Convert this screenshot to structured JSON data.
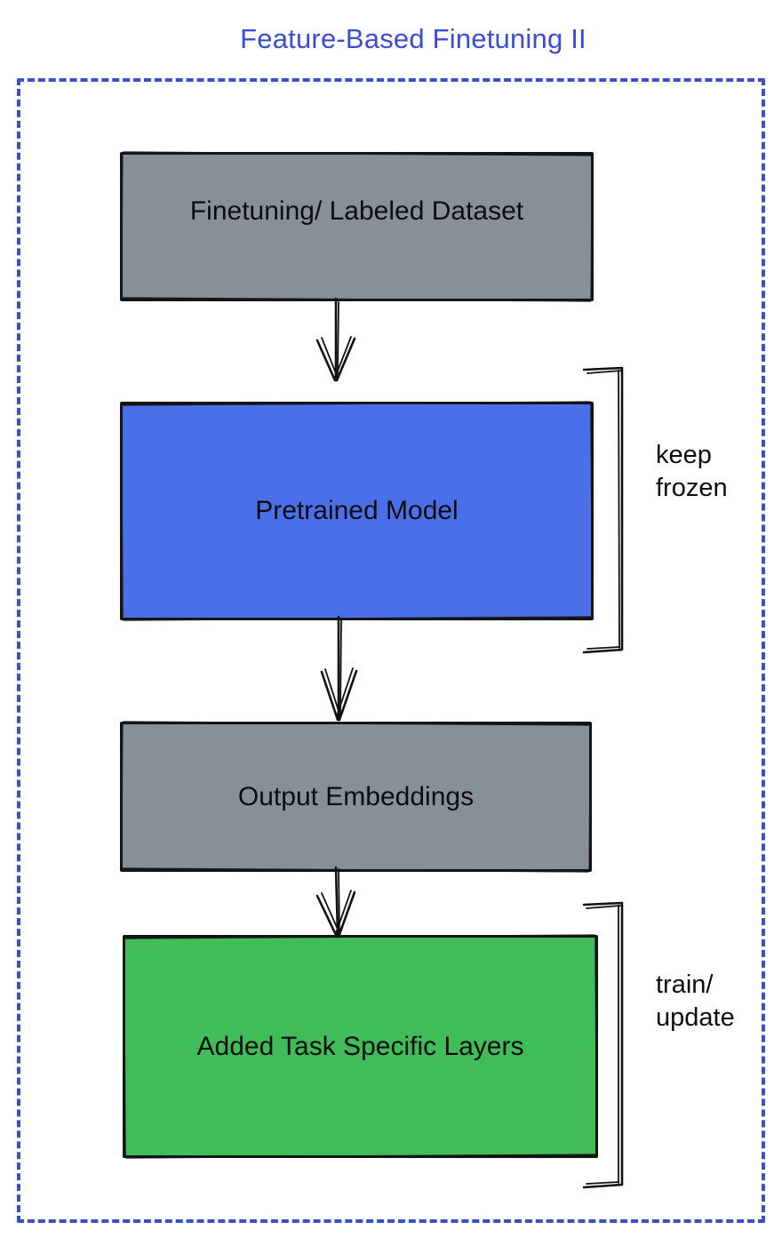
{
  "title": {
    "text": "Feature-Based Finetuning II",
    "color": "#3A4DD3"
  },
  "frame": {
    "border_color": "#3A4FC8",
    "border_style": "dotted"
  },
  "colors": {
    "gray_fill": "#878F99",
    "blue_fill": "#4A6FE8",
    "green_fill": "#40BC58",
    "stroke": "#111111",
    "text": "#0D0D0D"
  },
  "nodes": [
    {
      "id": "finetuning-dataset",
      "label": "Finetuning/ Labeled Dataset",
      "fill": "#878F99"
    },
    {
      "id": "pretrained-model",
      "label": "Pretrained Model",
      "fill": "#4A6FE8"
    },
    {
      "id": "output-embeddings",
      "label": "Output Embeddings",
      "fill": "#878F99"
    },
    {
      "id": "added-task-specific-layers",
      "label": "Added Task Specific Layers",
      "fill": "#40BC58"
    }
  ],
  "edges": [
    {
      "from": "finetuning-dataset",
      "to": "pretrained-model"
    },
    {
      "from": "pretrained-model",
      "to": "output-embeddings"
    },
    {
      "from": "output-embeddings",
      "to": "added-task-specific-layers"
    }
  ],
  "annotations": [
    {
      "id": "keep-frozen",
      "label": "keep\nfrozen",
      "target": "pretrained-model"
    },
    {
      "id": "train-update",
      "label": "train/\nupdate",
      "target": "added-task-specific-layers"
    }
  ]
}
